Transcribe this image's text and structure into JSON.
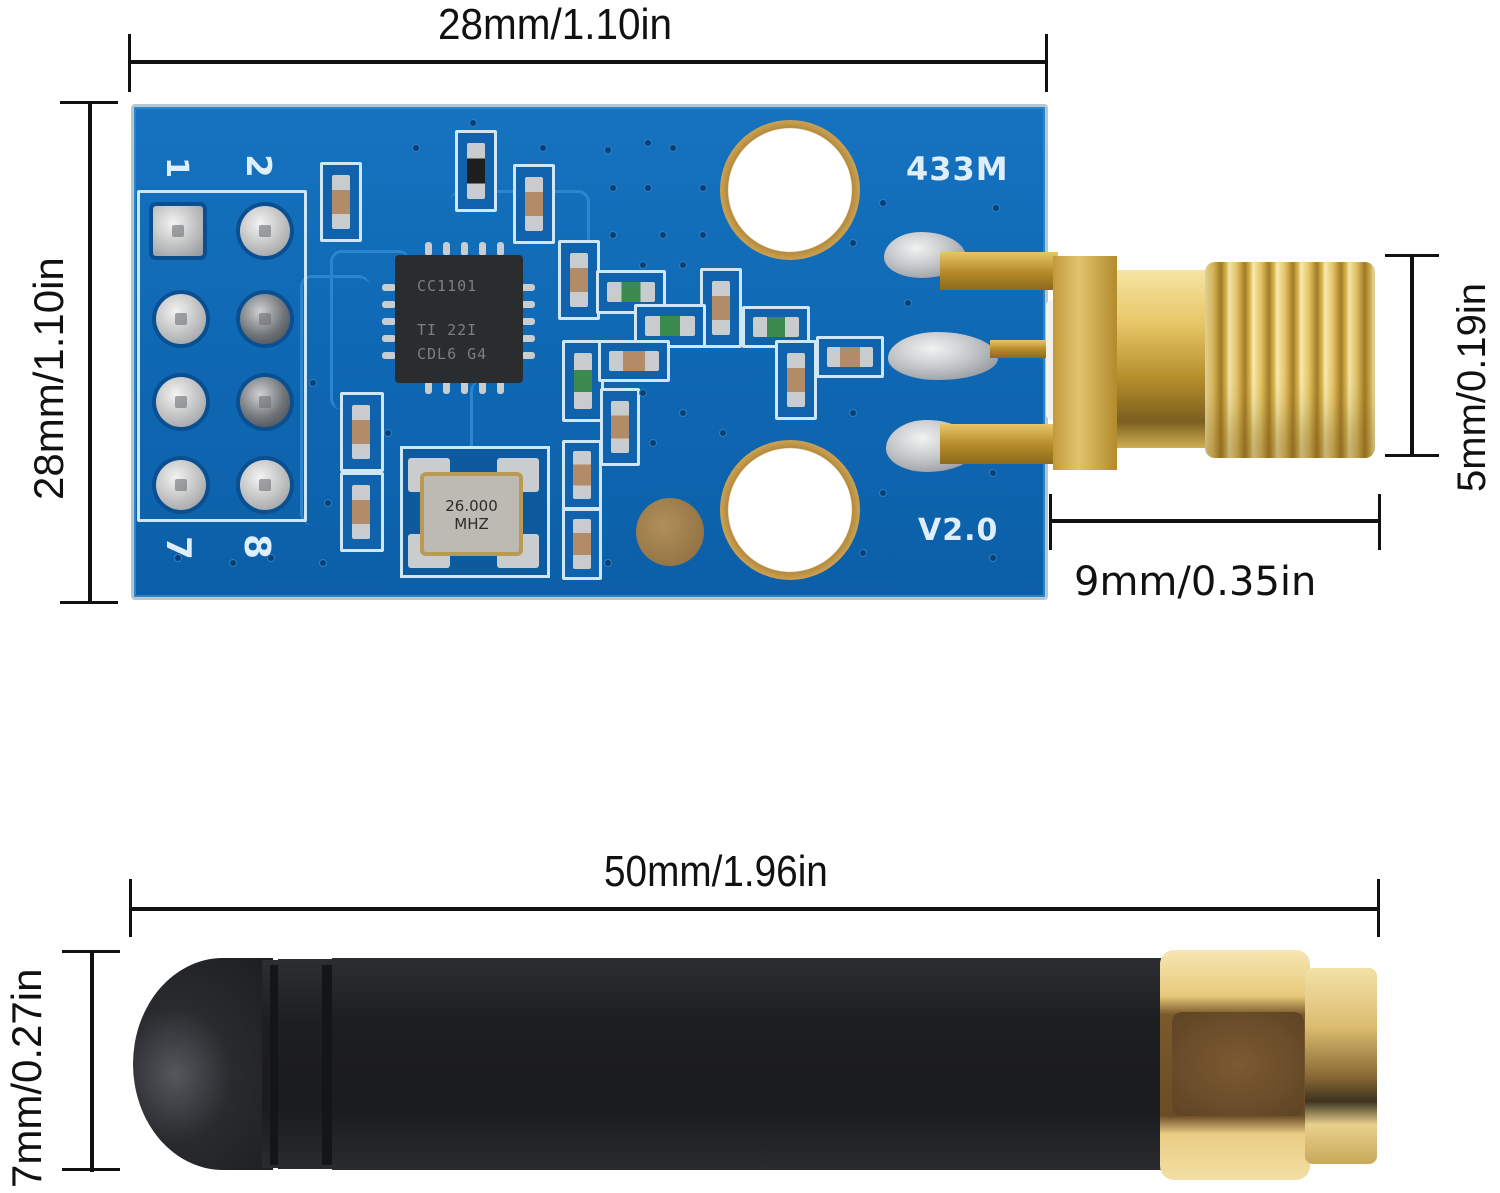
{
  "module": {
    "dimensions": {
      "width": "28mm/1.10in",
      "height": "28mm/1.10in",
      "connector_length": "9mm/0.35in",
      "connector_diameter": "5mm/0.19in"
    },
    "silkscreen": {
      "frequency": "433M",
      "version": "V2.0",
      "pin_labels": [
        "1",
        "2",
        "7",
        "8"
      ]
    },
    "chip": {
      "line1": "CC1101",
      "line2": "TI  22I",
      "line3": "CDL6  G4"
    },
    "crystal": {
      "line1": "26.000",
      "line2": "MHZ"
    },
    "colors": {
      "pcb": "#0f68b4",
      "silkscreen": "#dfeefa",
      "gold": "#d8b063",
      "dimension_line": "#111111"
    }
  },
  "antenna": {
    "dimensions": {
      "length": "50mm/1.96in",
      "diameter": "7mm/0.27in"
    },
    "colors": {
      "body": "#1c1d20",
      "connector": "#e7c97a"
    }
  }
}
